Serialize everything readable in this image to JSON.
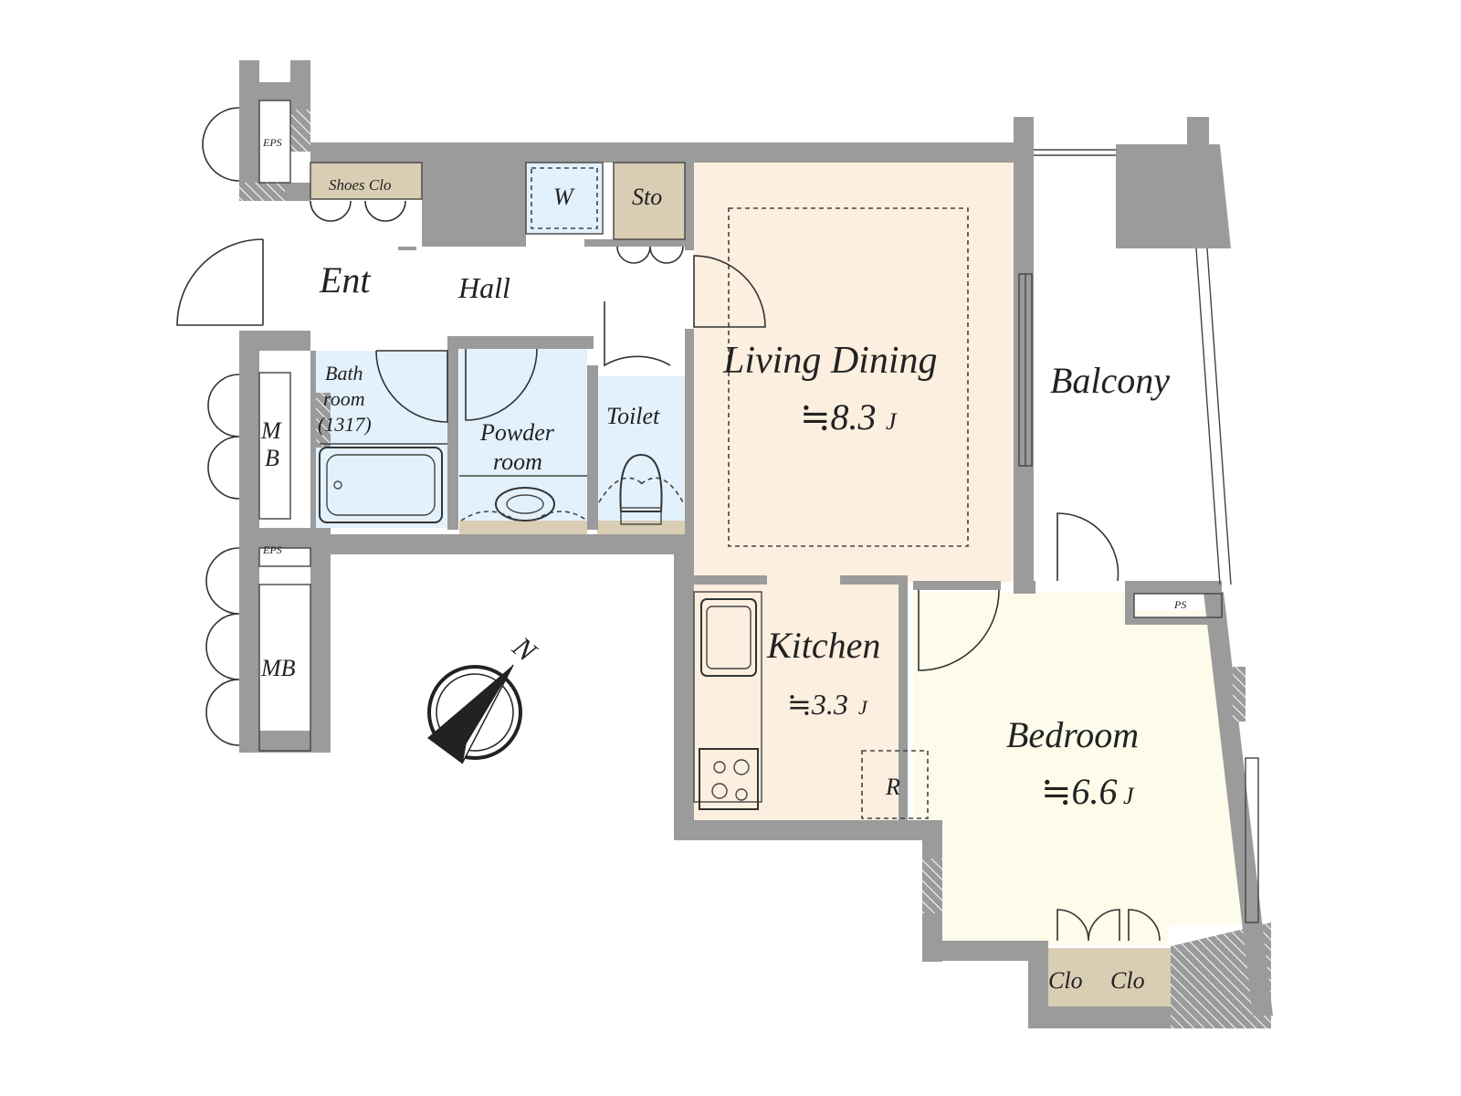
{
  "rooms": {
    "ent": "Ent",
    "hall": "Hall",
    "shoes_clo": "Shoes Clo",
    "w": "W",
    "sto": "Sto",
    "bathroom_line1": "Bath",
    "bathroom_line2": "room",
    "bathroom_line3": "(1317)",
    "powder_line1": "Powder",
    "powder_line2": "room",
    "toilet": "Toilet",
    "living_dining": "Living Dining",
    "living_dining_area": "≒8.3",
    "kitchen": "Kitchen",
    "kitchen_area": "≒3.3",
    "bedroom": "Bedroom",
    "bedroom_area": "≒6.6",
    "area_unit": "J",
    "balcony": "Balcony",
    "mb_upper_line1": "M",
    "mb_upper_line2": "B",
    "mb_lower": "MB",
    "eps_upper": "EPS",
    "eps_lower": "EPS",
    "ps": "PS",
    "clo_left": "Clo",
    "clo_right": "Clo",
    "refrigerator": "R"
  },
  "compass": {
    "north_label": "N"
  },
  "colors": {
    "wall": "#9b9b9b",
    "living": "#fdefe0",
    "bedroom": "#fdfcea",
    "wet_area": "#e3f1fc",
    "storage": "#d9cdb4",
    "white": "#ffffff"
  }
}
